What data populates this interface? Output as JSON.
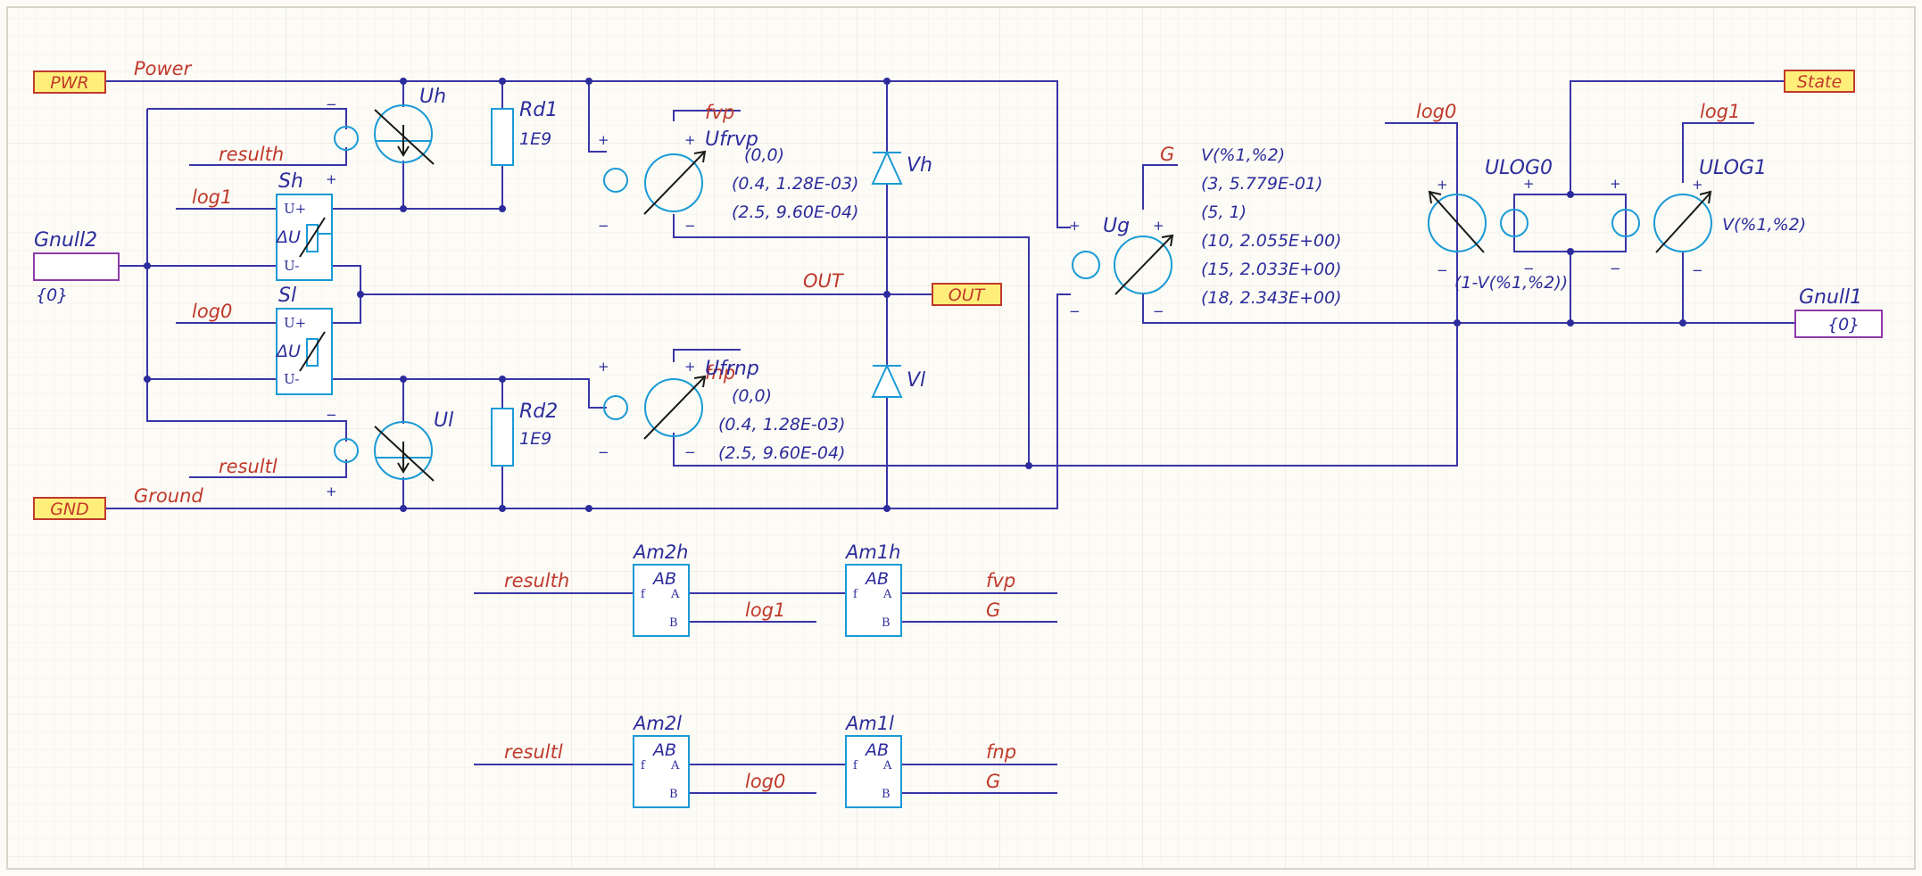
{
  "ports": {
    "pwr": "PWR",
    "gnd": "GND",
    "out": "OUT",
    "state": "State",
    "gnull2_value": "{0}",
    "gnull1_value": "{0}"
  },
  "nets": {
    "power": "Power",
    "ground": "Ground",
    "out": "OUT",
    "resulth": "resulth",
    "resultl": "resultl",
    "log1_sh": "log1",
    "log0_sl": "log0",
    "fvp": "fvp",
    "fnp": "fnp",
    "g_ug": "G",
    "log0_r": "log0",
    "log1_r": "log1",
    "am2h_in": "resulth",
    "am2h_out": "log1",
    "am1h_out1": "fvp",
    "am1h_out2": "G",
    "am2l_in": "resultl",
    "am2l_out": "log0",
    "am1l_out1": "fnp",
    "am1l_out2": "G"
  },
  "components": {
    "uh": "Uh",
    "ul": "Ul",
    "rd1": "Rd1",
    "rd1_val": "1E9",
    "rd2": "Rd2",
    "rd2_val": "1E9",
    "sh": "Sh",
    "sl": "Sl",
    "ufrvp": "Ufrvp",
    "ufrnp": "Ufrnp",
    "vh": "Vh",
    "vl": "Vl",
    "ug": "Ug",
    "gnull2": "Gnull2",
    "gnull1": "Gnull1",
    "ulog0": "ULOG0",
    "ulog1": "ULOG1",
    "am2h": "Am2h",
    "am1h": "Am1h",
    "am2l": "Am2l",
    "am1l": "Am1l"
  },
  "tables": {
    "ufrvp": [
      "(0,0)",
      "(0.4, 1.28E-03)",
      "(2.5, 9.60E-04)"
    ],
    "ufrnp": [
      "(0,0)",
      "(0.4, 1.28E-03)",
      "(2.5, 9.60E-04)"
    ],
    "ug": [
      "V(%1,%2)",
      "(3, 5.779E-01)",
      "(5, 1)",
      "(10, 2.055E+00)",
      "(15, 2.033E+00)",
      "(18, 2.343E+00)"
    ],
    "ulog0_expr": "(1-V(%1,%2))",
    "ulog1_expr": "V(%1,%2)"
  },
  "pins": {
    "u_plus": "U+",
    "u_minus": "U-",
    "delta_u": "ΔU",
    "ab": "AB",
    "f": "f",
    "a": "A",
    "b": "B",
    "plus": "+",
    "minus": "−"
  },
  "colors": {
    "wire": "#3a35a8",
    "component": "#1a9ad6",
    "net_label": "#c0392b",
    "port_fill": "#ffef7a",
    "grid": "#ece9df"
  }
}
